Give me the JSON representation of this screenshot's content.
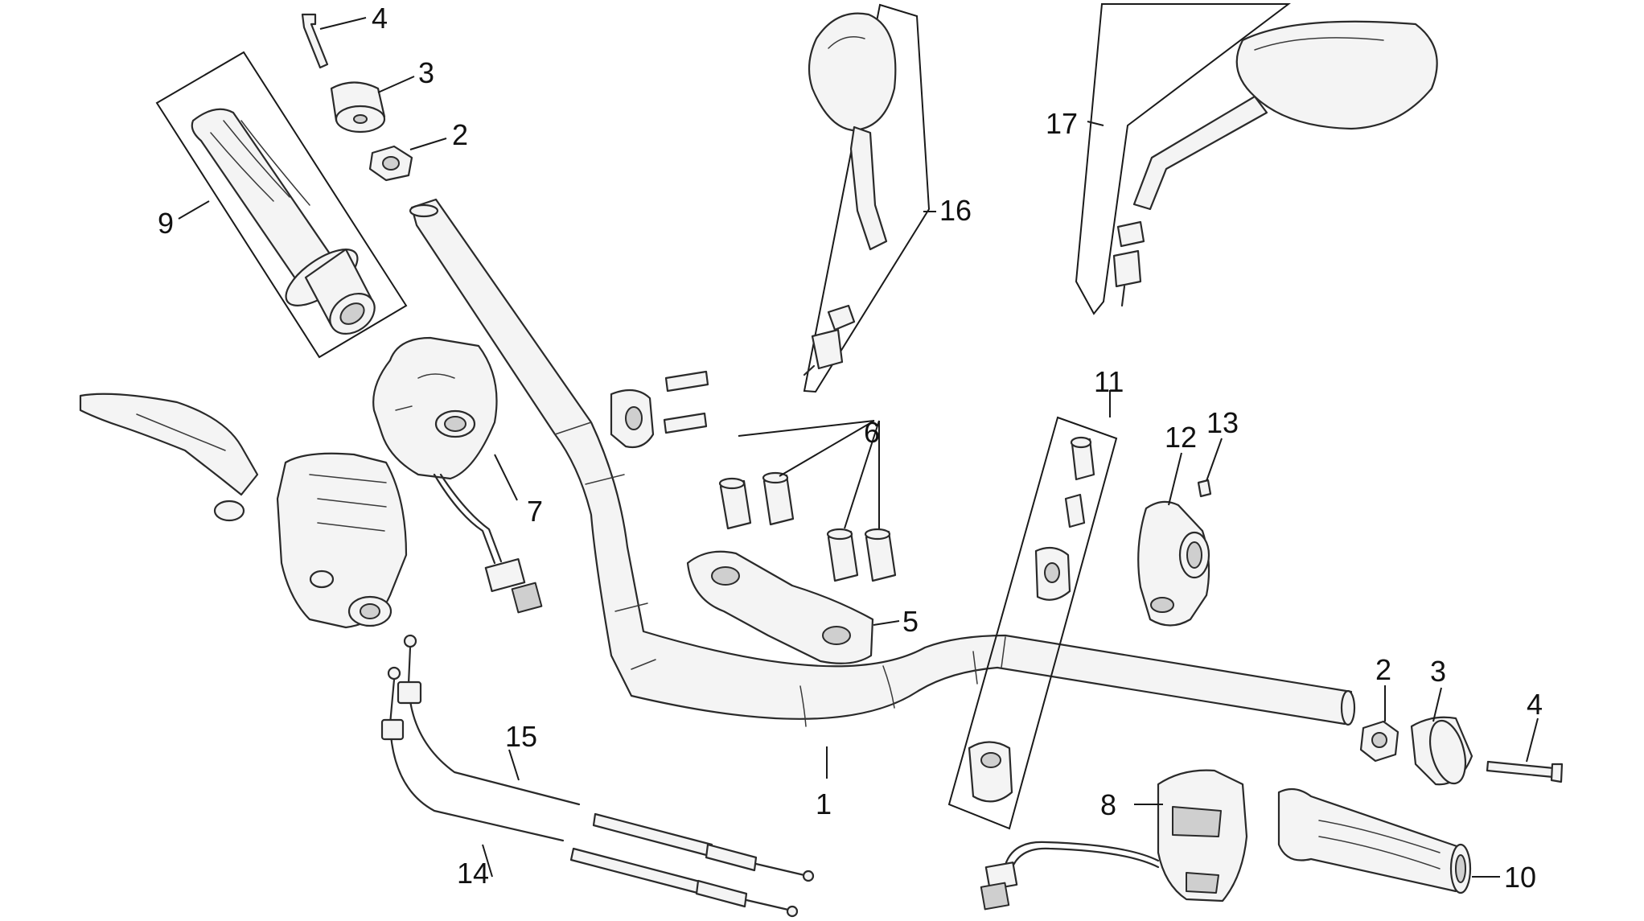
{
  "callouts": {
    "c1": "1",
    "c2a": "2",
    "c2b": "2",
    "c3a": "3",
    "c3b": "3",
    "c4a": "4",
    "c4b": "4",
    "c5": "5",
    "c6": "6",
    "c7": "7",
    "c8": "8",
    "c9": "9",
    "c10": "10",
    "c11": "11",
    "c12": "12",
    "c13": "13",
    "c14": "14",
    "c15": "15",
    "c16": "16",
    "c17": "17"
  }
}
